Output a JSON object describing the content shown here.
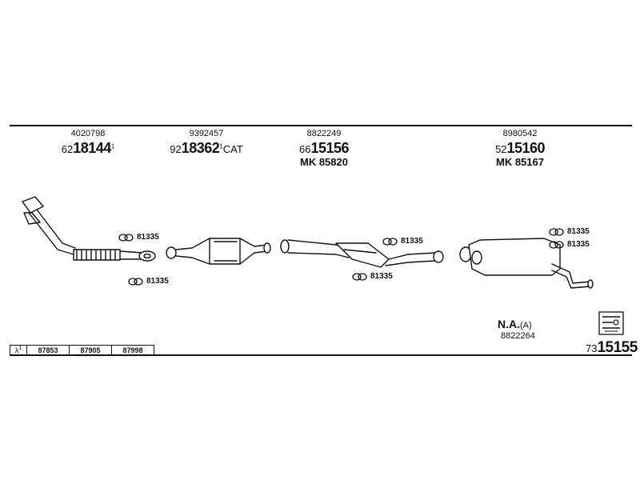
{
  "parts": [
    {
      "oem": "4020798",
      "prefix": "62",
      "number": "18144",
      "suffix": "1",
      "extra": "",
      "mk": ""
    },
    {
      "oem": "9392457",
      "prefix": "92",
      "number": "18362",
      "suffix": "1",
      "extra": "CAT",
      "mk": ""
    },
    {
      "oem": "8822249",
      "prefix": "66",
      "number": "15156",
      "suffix": "",
      "extra": "",
      "mk": "MK 85820"
    },
    {
      "oem": "8980542",
      "prefix": "52",
      "number": "15160",
      "suffix": "",
      "extra": "",
      "mk": "MK 85167"
    }
  ],
  "clamps": [
    "81335",
    "81335",
    "81335",
    "81335",
    "81335",
    "81335"
  ],
  "lambda_table": {
    "symbol": "λ",
    "superscript": "1",
    "codes": [
      "87853",
      "87905",
      "87998"
    ]
  },
  "na": {
    "label": "N.A.",
    "marker": "(A)",
    "number": "8822264"
  },
  "kit": {
    "prefix": "73",
    "number": "15155",
    "icon": "kit-box-icon"
  }
}
